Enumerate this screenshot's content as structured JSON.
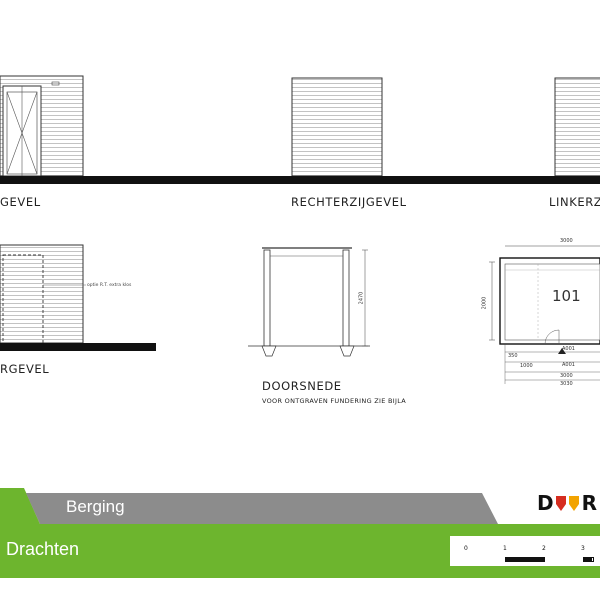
{
  "elevations": {
    "front_partial": "GEVEL",
    "right_side": "RECHTERZIJGEVEL",
    "left_side_partial": "LINKERZ",
    "rear_partial": "RGEVEL"
  },
  "section": {
    "title": "DOORSNEDE",
    "note": "VOOR ONTGRAVEN FUNDERING ZIE BIJLA",
    "height_dim": "2470"
  },
  "rear_note": "optie R.T. extra klos",
  "floorplan": {
    "room_number": "101",
    "width_dim": "3000",
    "depth_dim": "2000",
    "dim_a": "350",
    "dim_b": "1000",
    "dim_c": "3000",
    "dim_d": "3030",
    "marker_a": "A",
    "marker_a_num": "001",
    "marker_b": "A",
    "marker_b_num": "001"
  },
  "banner": {
    "subtitle": "Berging",
    "title": "Drachten",
    "logo_text": "D  R"
  },
  "scale_bar": {
    "ticks": [
      "0",
      "1",
      "2",
      "3"
    ]
  },
  "colors": {
    "green": "#6db52e",
    "dark_green": "#4f9a1e",
    "grey": "#8c8c8c",
    "logo_red": "#d62d20",
    "logo_orange": "#f2a300"
  }
}
